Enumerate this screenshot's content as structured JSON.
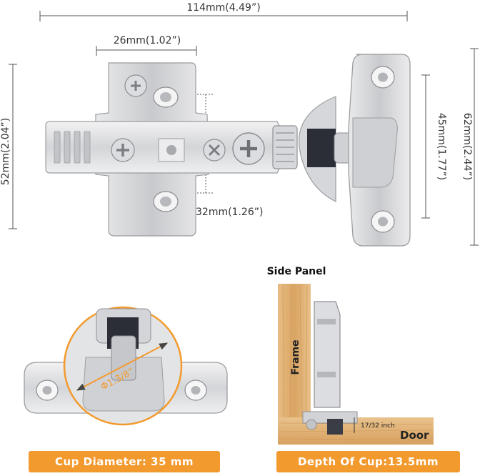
{
  "dimensions": {
    "overall_width": "114mm(4.49”)",
    "mount_plate_width": "26mm(1.02”)",
    "hole_spacing": "32mm(1.26”)",
    "hinge_height": "52mm(2.04”)",
    "plate_height": "45mm(1.77”)",
    "overall_height": "62mm(2.44”)"
  },
  "cup_view": {
    "diameter_label": "Φ1.3/8”",
    "badge": "Cup Diameter: 35 mm"
  },
  "side_view": {
    "title": "Side Panel",
    "frame_label": "Frame",
    "door_label": "Door",
    "gap_label": "17/32 inch",
    "badge": "Depth Of Cup:13.5mm"
  },
  "colors": {
    "accent": "#F39A2E",
    "dimension_line": "#444444",
    "metal": "#d9dadc",
    "wood": "#e2b376"
  }
}
